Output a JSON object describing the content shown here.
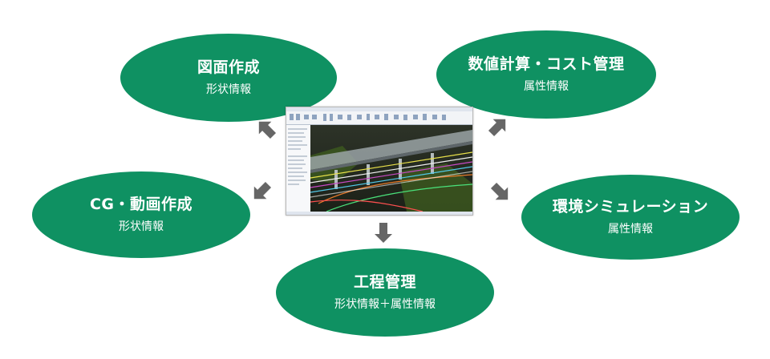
{
  "nodes": {
    "drawing": {
      "title": "図面作成",
      "sub": "形状情報"
    },
    "cost": {
      "title": "数値計算・コスト管理",
      "sub": "属性情報"
    },
    "cg": {
      "title": "CG・動画作成",
      "sub": "形状情報"
    },
    "env": {
      "title": "環境シミュレーション",
      "sub": "属性情報"
    },
    "process": {
      "title": "工程管理",
      "sub": "形状情報＋属性情報"
    }
  },
  "colors": {
    "node_fill": "#0f9162",
    "arrow": "#666666"
  },
  "center_image": "cad-3d-model-screenshot"
}
